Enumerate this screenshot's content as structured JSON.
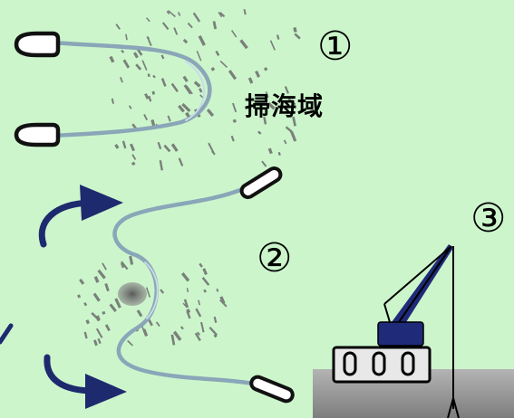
{
  "labels": {
    "step1": "①",
    "step2": "②",
    "step3": "③",
    "sweep_area": "掃海域"
  },
  "colors": {
    "background": "#ccf5cc",
    "cable": "#8aa6b8",
    "cable_highlight": "#c8dce6",
    "float_stroke": "#111111",
    "float_fill": "#ffffff",
    "arrow": "#1e2a6e",
    "mine_debris": "#6c6c6c",
    "seabed": "#9a9a9a",
    "crane": "#1f2a78"
  },
  "icons": {
    "float": "buoy-float-icon",
    "arrow": "curved-arrow-icon",
    "crane": "crane-barge-icon",
    "debris": "debris-icon"
  }
}
